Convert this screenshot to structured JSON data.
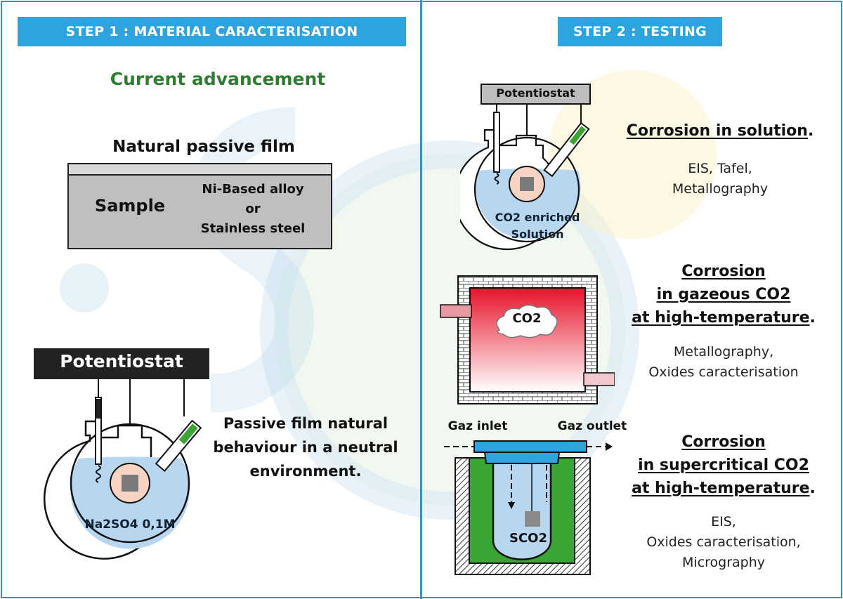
{
  "step1": {
    "banner": "STEP 1 : MATERIAL CARACTERISATION",
    "current_advancement": "Current advancement",
    "film_title": "Natural passive film",
    "sample_label": "Sample",
    "alloy_line1": "Ni-Based alloy",
    "alloy_line2": "or",
    "alloy_line3": "Stainless steel",
    "potentiostat": "Potentiostat",
    "electrolyte": "Na2SO4 0,1M",
    "description_line1": "Passive film natural",
    "description_line2": "behaviour in a neutral",
    "description_line3": "environment"
  },
  "step2": {
    "banner": "STEP 2 : TESTING",
    "cell": {
      "potentiostat": "Potentiostat",
      "solution_line1": "CO2 enriched",
      "solution_line2": "Solution",
      "title": "Corrosion in solution",
      "methods_line1": "EIS, Tafel,",
      "methods_line2": "Metallography"
    },
    "furnace": {
      "gas_label": "CO2",
      "title_line1": "Corrosion",
      "title_line2": "in gazeous CO2",
      "title_line3": "at high-temperature",
      "methods_line1": "Metallography,",
      "methods_line2": "Oxides caracterisation"
    },
    "autoclave": {
      "inlet": "Gaz inlet",
      "outlet": "Gaz outlet",
      "fluid": "SCO2",
      "title_line1": "Corrosion",
      "title_line2": "in supercritical CO2",
      "title_line3": "at high-temperature",
      "methods_line1": "EIS,",
      "methods_line2": "Oxides caracterisation,",
      "methods_line3": "Micrography"
    }
  },
  "colors": {
    "banner": "#2ea3dd",
    "advancement_green": "#2e7d32",
    "divider": "#3a8fc4",
    "solution": "#b7d6ef",
    "furnace_red": "#e8122a",
    "lid_blue": "#2ea3dd",
    "autoclave_green": "#3aa535"
  }
}
